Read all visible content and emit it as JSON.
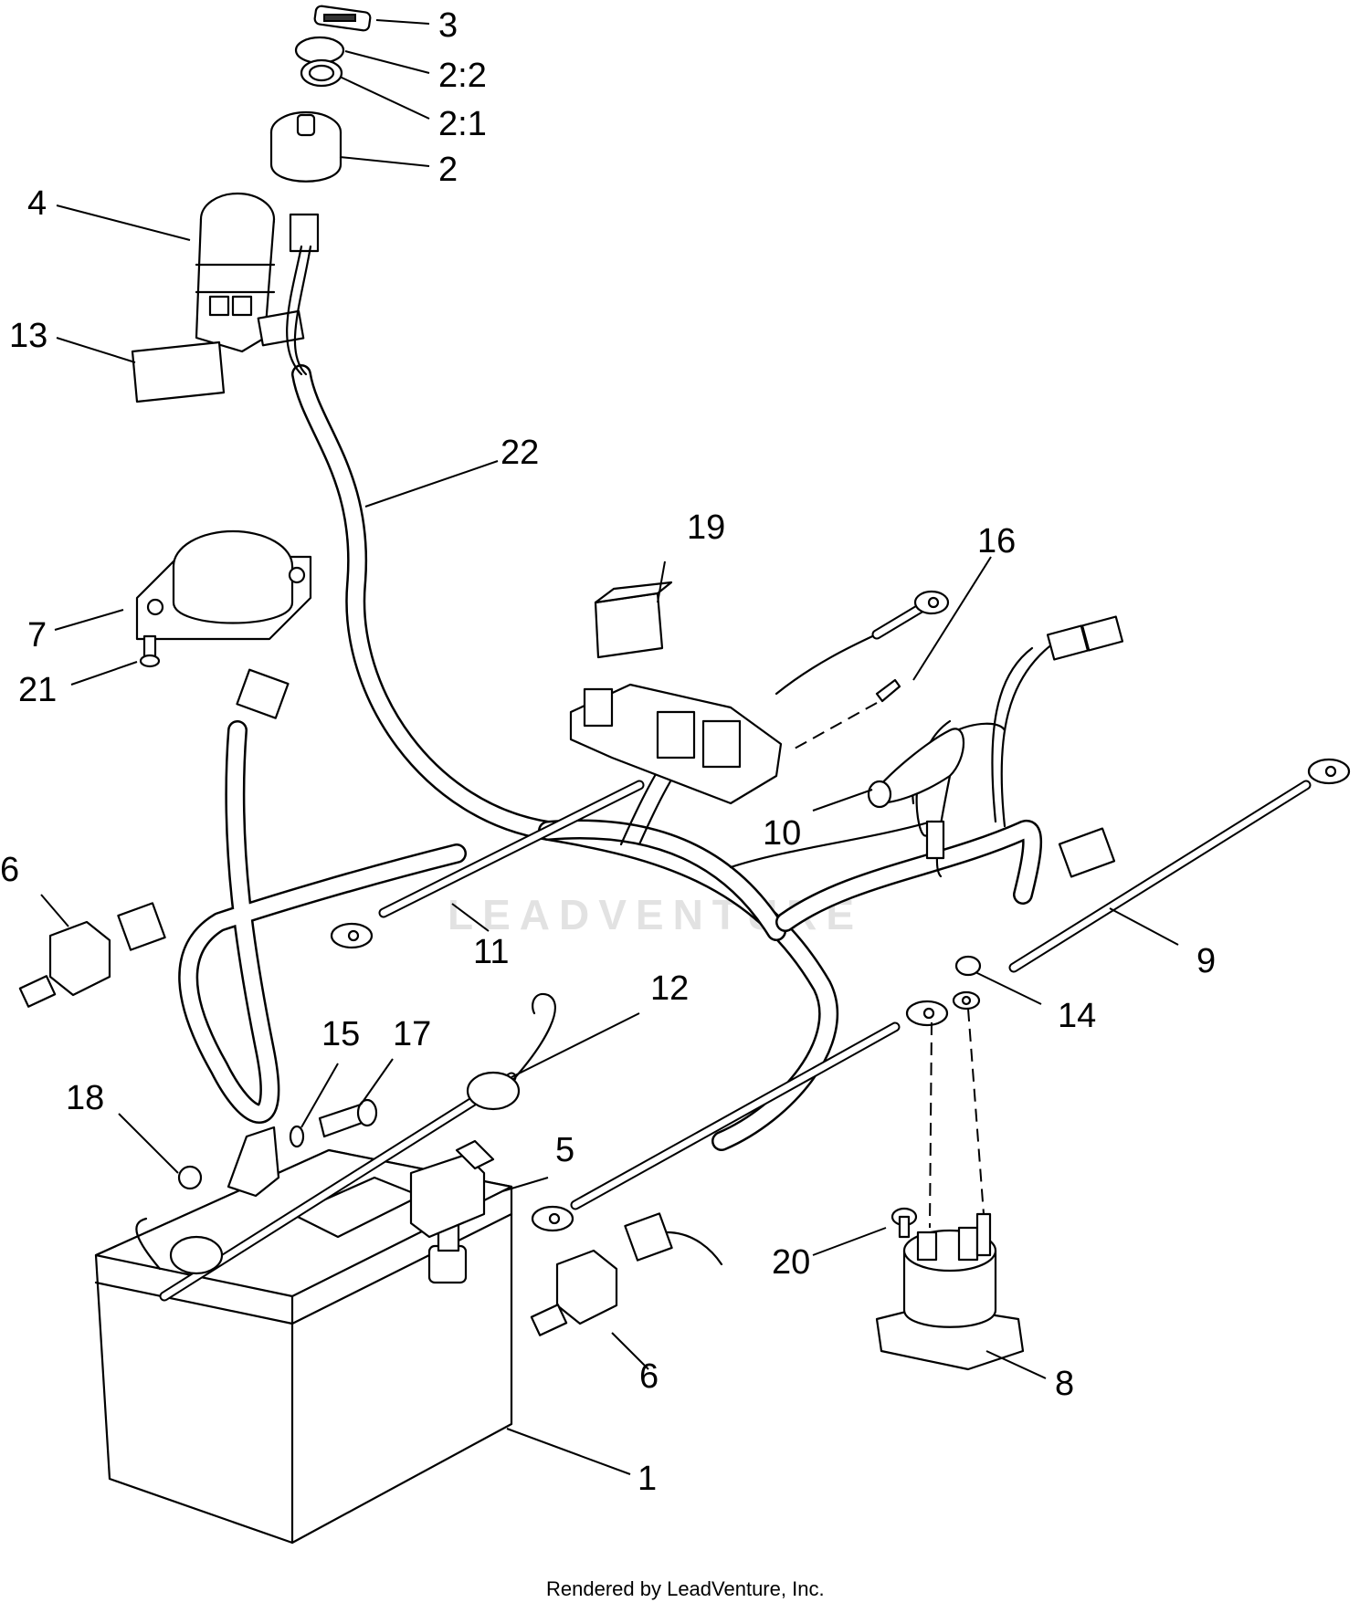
{
  "watermark": "LEADVENTURE",
  "footer": "Rendered by LeadVenture, Inc.",
  "callouts": {
    "c1": "1",
    "c2": "2",
    "c2_1": "2:1",
    "c2_2": "2:2",
    "c3": "3",
    "c4": "4",
    "c5": "5",
    "c6a": "6",
    "c6b": "6",
    "c7": "7",
    "c8": "8",
    "c9": "9",
    "c10": "10",
    "c11": "11",
    "c12": "12",
    "c13": "13",
    "c14": "14",
    "c15": "15",
    "c16": "16",
    "c17": "17",
    "c18": "18",
    "c19": "19",
    "c20": "20",
    "c21": "21",
    "c22": "22"
  }
}
